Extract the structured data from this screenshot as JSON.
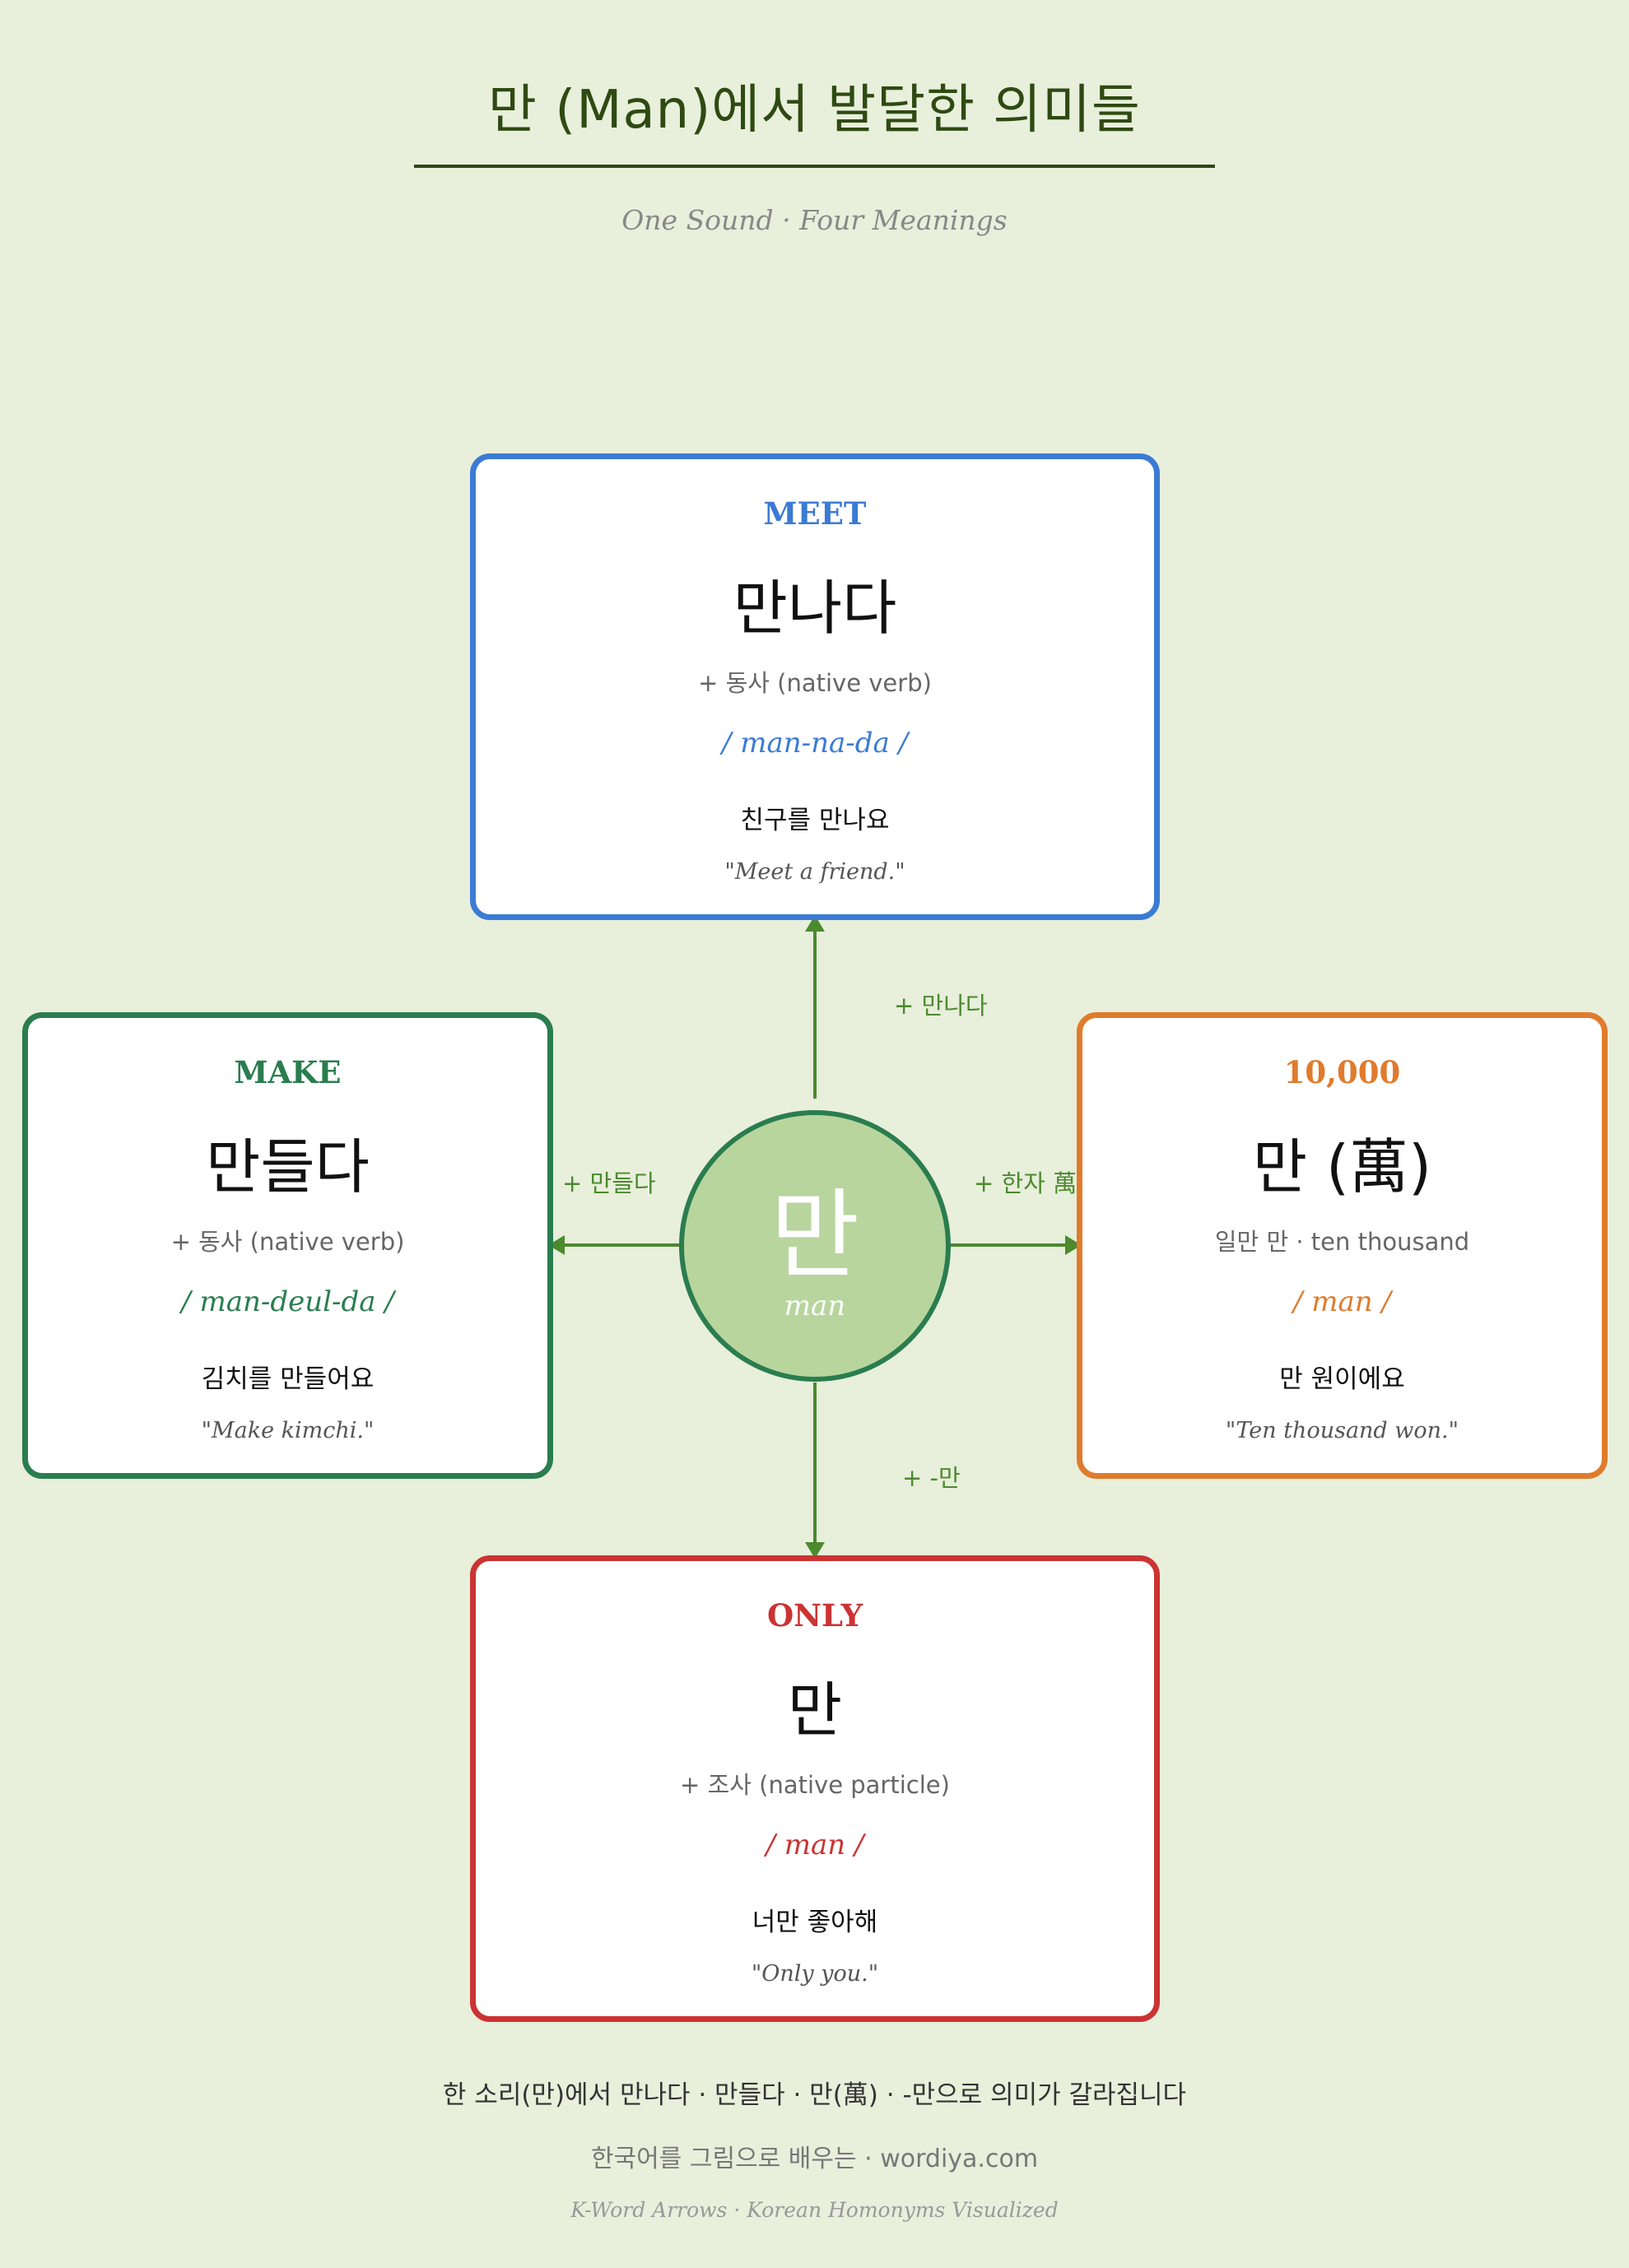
{
  "header": {
    "title": "만 (Man)에서 발달한 의미들",
    "subtitle": "One Sound · Four Meanings"
  },
  "hub": {
    "char": "만",
    "romanization": "man",
    "color": "#b8d59e",
    "border": "#2a7d4f"
  },
  "arrow_color": "#4b8a2e",
  "cards": {
    "meet": {
      "english": "MEET",
      "korean": "만나다",
      "grammar": "+ 동사 (native verb)",
      "romanization": "/ man-na-da /",
      "example": "친구를 만나요",
      "translation": "\"Meet a friend.\"",
      "color": "#3b7bd4",
      "arrow_label": "+ 만나다"
    },
    "make": {
      "english": "MAKE",
      "korean": "만들다",
      "grammar": "+ 동사 (native verb)",
      "romanization": "/ man-deul-da /",
      "example": "김치를 만들어요",
      "translation": "\"Make kimchi.\"",
      "color": "#2a7d4f",
      "arrow_label": "+ 만들다"
    },
    "tenthousand": {
      "english": "10,000",
      "korean": "만 (萬)",
      "grammar": "일만 만 · ten thousand",
      "romanization": "/ man /",
      "example": "만 원이에요",
      "translation": "\"Ten thousand won.\"",
      "color": "#e07b2c",
      "arrow_label": "+ 한자 萬"
    },
    "only": {
      "english": "ONLY",
      "korean": "만",
      "grammar": "+ 조사 (native particle)",
      "romanization": "/ man /",
      "example": "너만 좋아해",
      "translation": "\"Only you.\"",
      "color": "#cc3333",
      "arrow_label": "+ -만"
    }
  },
  "footer": {
    "summary": "한 소리(만)에서 만나다 · 만들다 · 만(萬) · -만으로 의미가 갈라집니다",
    "credit": "한국어를 그림으로 배우는 · wordiya.com",
    "series": "K-Word Arrows · Korean Homonyms Visualized"
  }
}
